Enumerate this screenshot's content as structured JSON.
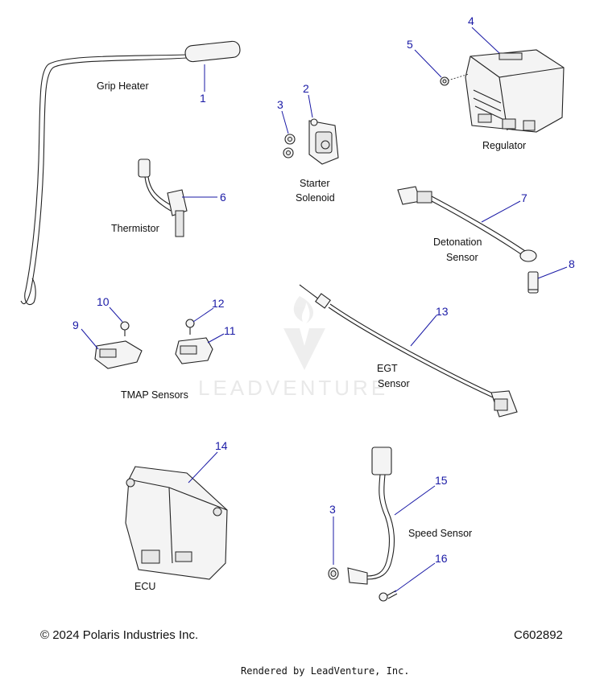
{
  "watermark": "LEADVENTURE",
  "labels": {
    "grip_heater": "Grip Heater",
    "starter": "Starter",
    "solenoid": "Solenoid",
    "regulator": "Regulator",
    "thermistor": "Thermistor",
    "detonation": "Detonation",
    "sensor_det": "Sensor",
    "egt": "EGT",
    "sensor_egt": "Sensor",
    "tmap": "TMAP Sensors",
    "speed_sensor": "Speed Sensor",
    "ecu": "ECU"
  },
  "callouts": {
    "c1": "1",
    "c2": "2",
    "c3a": "3",
    "c4": "4",
    "c5": "5",
    "c6": "6",
    "c7": "7",
    "c8": "8",
    "c9": "9",
    "c10": "10",
    "c11": "11",
    "c12": "12",
    "c13": "13",
    "c14": "14",
    "c3b": "3",
    "c15": "15",
    "c16": "16"
  },
  "footer": {
    "copyright": "© 2024 Polaris Industries Inc.",
    "code": "C602892",
    "rendered": "Rendered by LeadVenture, Inc."
  }
}
